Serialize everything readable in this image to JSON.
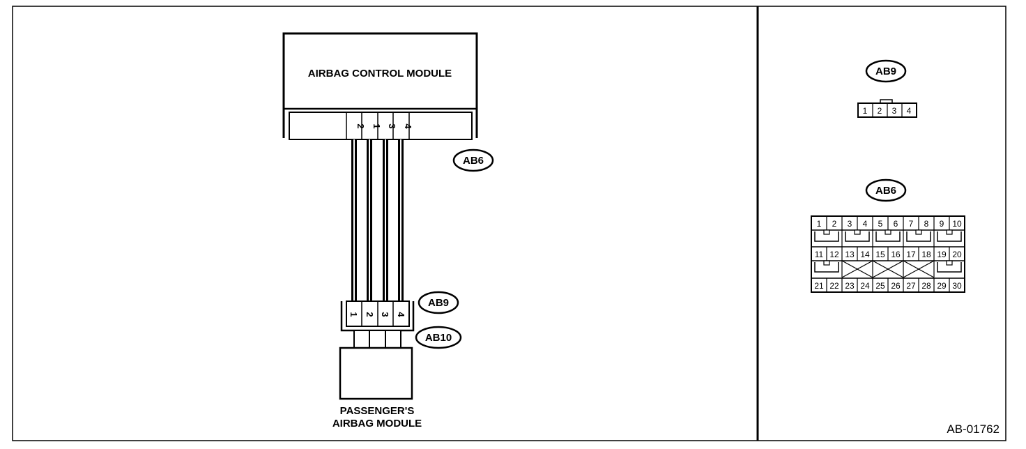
{
  "diagram": {
    "control_module": {
      "title": "AIRBAG CONTROL MODULE",
      "pins": [
        "2",
        "1",
        "3",
        "4"
      ]
    },
    "passenger_module": {
      "title_line1": "PASSENGER'S",
      "title_line2": "AIRBAG MODULE"
    },
    "connector_ab6_label": "AB6",
    "connector_ab9_label": "AB9",
    "connector_ab10_label": "AB10",
    "ab9_pins": [
      "1",
      "2",
      "3",
      "4"
    ]
  },
  "connector_views": {
    "ab9": {
      "label": "AB9",
      "pins": [
        "1",
        "2",
        "3",
        "4"
      ]
    },
    "ab6": {
      "label": "AB6",
      "row1": [
        "1",
        "2",
        "3",
        "4",
        "5",
        "6",
        "7",
        "8",
        "9",
        "10"
      ],
      "row2": [
        "11",
        "12",
        "13",
        "14",
        "15",
        "16",
        "17",
        "18",
        "19",
        "20"
      ],
      "row3": [
        "21",
        "22",
        "23",
        "24",
        "25",
        "26",
        "27",
        "28",
        "29",
        "30"
      ]
    }
  },
  "figure_id": "AB-01762"
}
